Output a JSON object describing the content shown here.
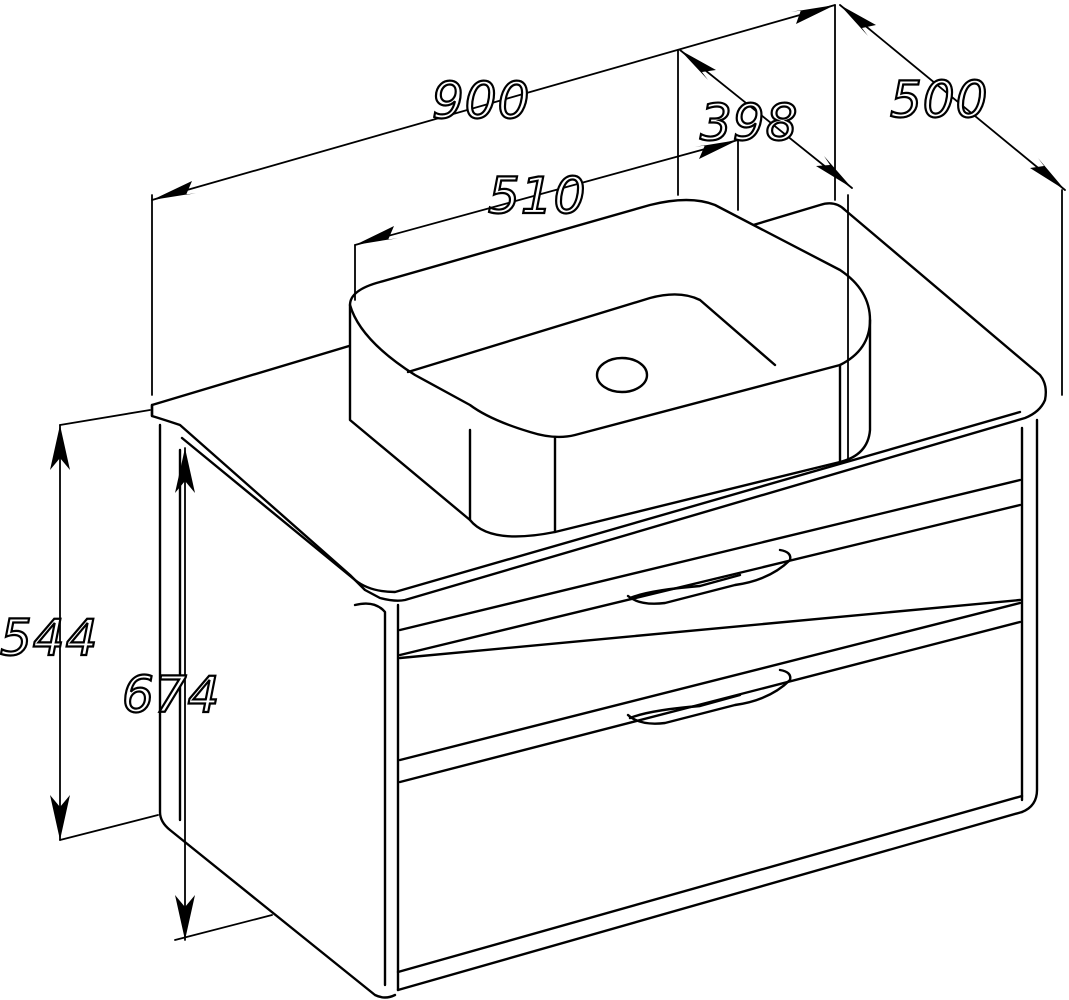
{
  "dimensions": {
    "width": "900",
    "depth": "500",
    "basin_width": "510",
    "basin_depth": "398",
    "cabinet_height": "544",
    "total_height": "674"
  },
  "colors": {
    "line": "#000000",
    "background": "#ffffff"
  }
}
